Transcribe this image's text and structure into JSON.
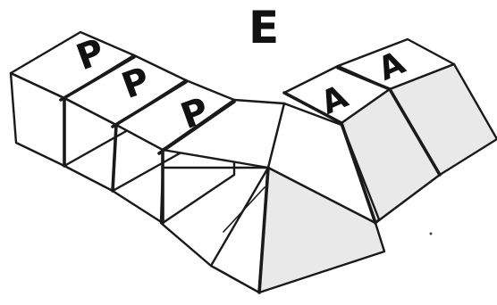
{
  "diagram": {
    "label": "E",
    "left_blocks": [
      {
        "letter": "P"
      },
      {
        "letter": "P"
      },
      {
        "letter": "P"
      }
    ],
    "right_blocks": [
      {
        "letter": "A"
      },
      {
        "letter": "A"
      }
    ]
  }
}
